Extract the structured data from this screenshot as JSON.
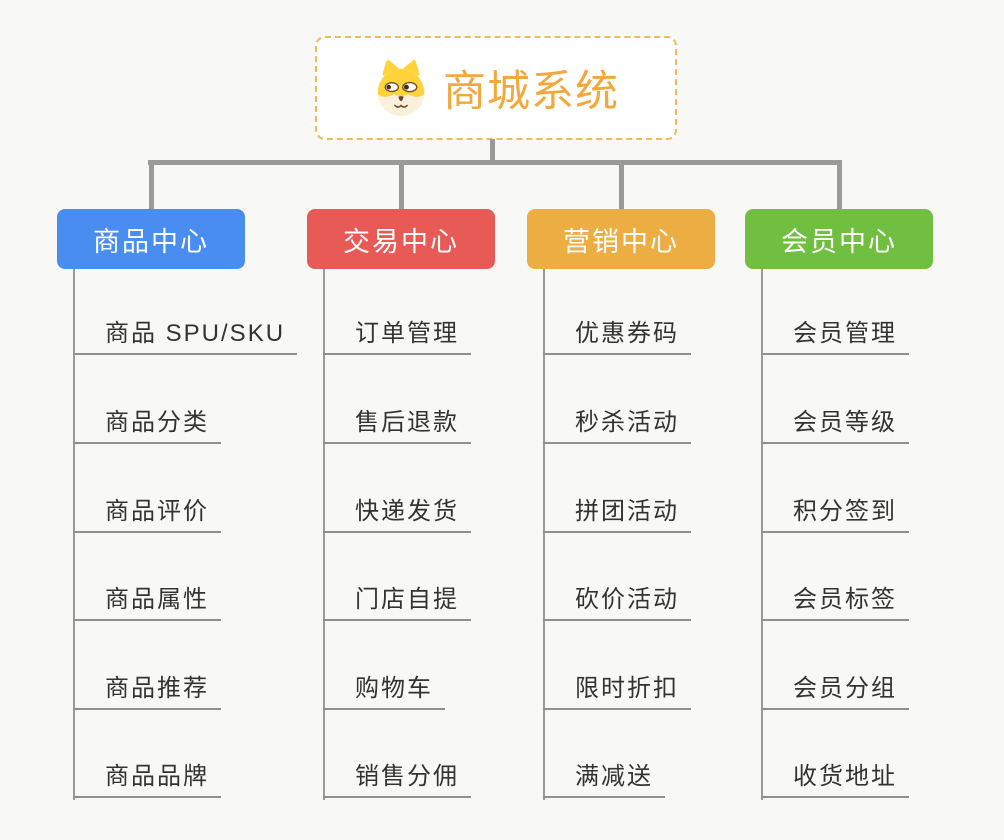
{
  "root": {
    "title": "商城系统",
    "icon": "shiba-dog-icon"
  },
  "colors": {
    "root_accent": "#f2a83c",
    "root_border": "#f0b95e",
    "connector": "#9a9a9a",
    "leaf_text": "#333333",
    "leaf_underline": "#8f8f8f",
    "branch_blue": "#4a8df0",
    "branch_red": "#e75a55",
    "branch_orange": "#ecad43",
    "branch_green": "#71bf40"
  },
  "branches": [
    {
      "label": "商品中心",
      "color": "#4a8df0",
      "children": [
        "商品 SPU/SKU",
        "商品分类",
        "商品评价",
        "商品属性",
        "商品推荐",
        "商品品牌"
      ]
    },
    {
      "label": "交易中心",
      "color": "#e75a55",
      "children": [
        "订单管理",
        "售后退款",
        "快递发货",
        "门店自提",
        "购物车",
        "销售分佣"
      ]
    },
    {
      "label": "营销中心",
      "color": "#ecad43",
      "children": [
        "优惠券码",
        "秒杀活动",
        "拼团活动",
        "砍价活动",
        "限时折扣",
        "满减送"
      ]
    },
    {
      "label": "会员中心",
      "color": "#71bf40",
      "children": [
        "会员管理",
        "会员等级",
        "积分签到",
        "会员标签",
        "会员分组",
        "收货地址"
      ]
    }
  ]
}
